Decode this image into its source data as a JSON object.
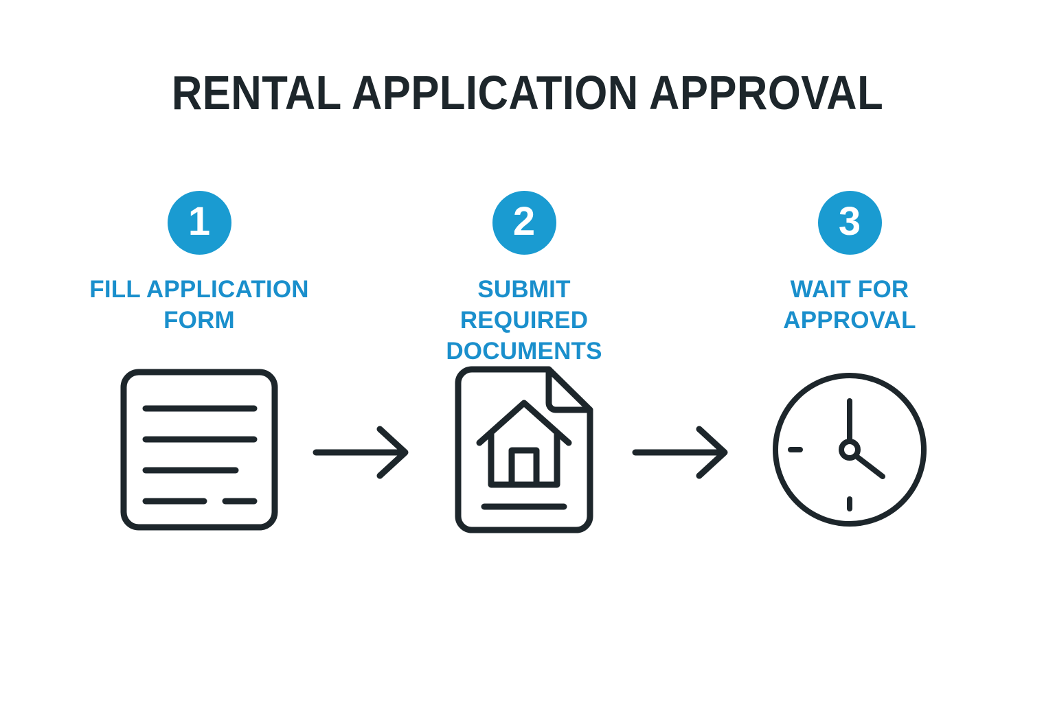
{
  "page": {
    "title": "RENTAL APPLICATION APPROVAL",
    "background_color": "#ffffff",
    "accent_color": "#1a9bd1",
    "caption_color": "#1a8fcc",
    "ink_color": "#1d262b"
  },
  "steps": [
    {
      "number": "1",
      "caption_line1": "FILL APPLICATION",
      "caption_line2": "FORM",
      "icon": "checklist-form-icon"
    },
    {
      "number": "2",
      "caption_line1": "SUBMIT REQUIRED",
      "caption_line2": "DOCUMENTS",
      "icon": "house-document-icon"
    },
    {
      "number": "3",
      "caption_line1": "WAIT FOR",
      "caption_line2": "APPROVAL",
      "icon": "clock-icon"
    }
  ],
  "connectors": [
    {
      "name": "arrow-right-icon"
    },
    {
      "name": "arrow-right-icon"
    }
  ]
}
